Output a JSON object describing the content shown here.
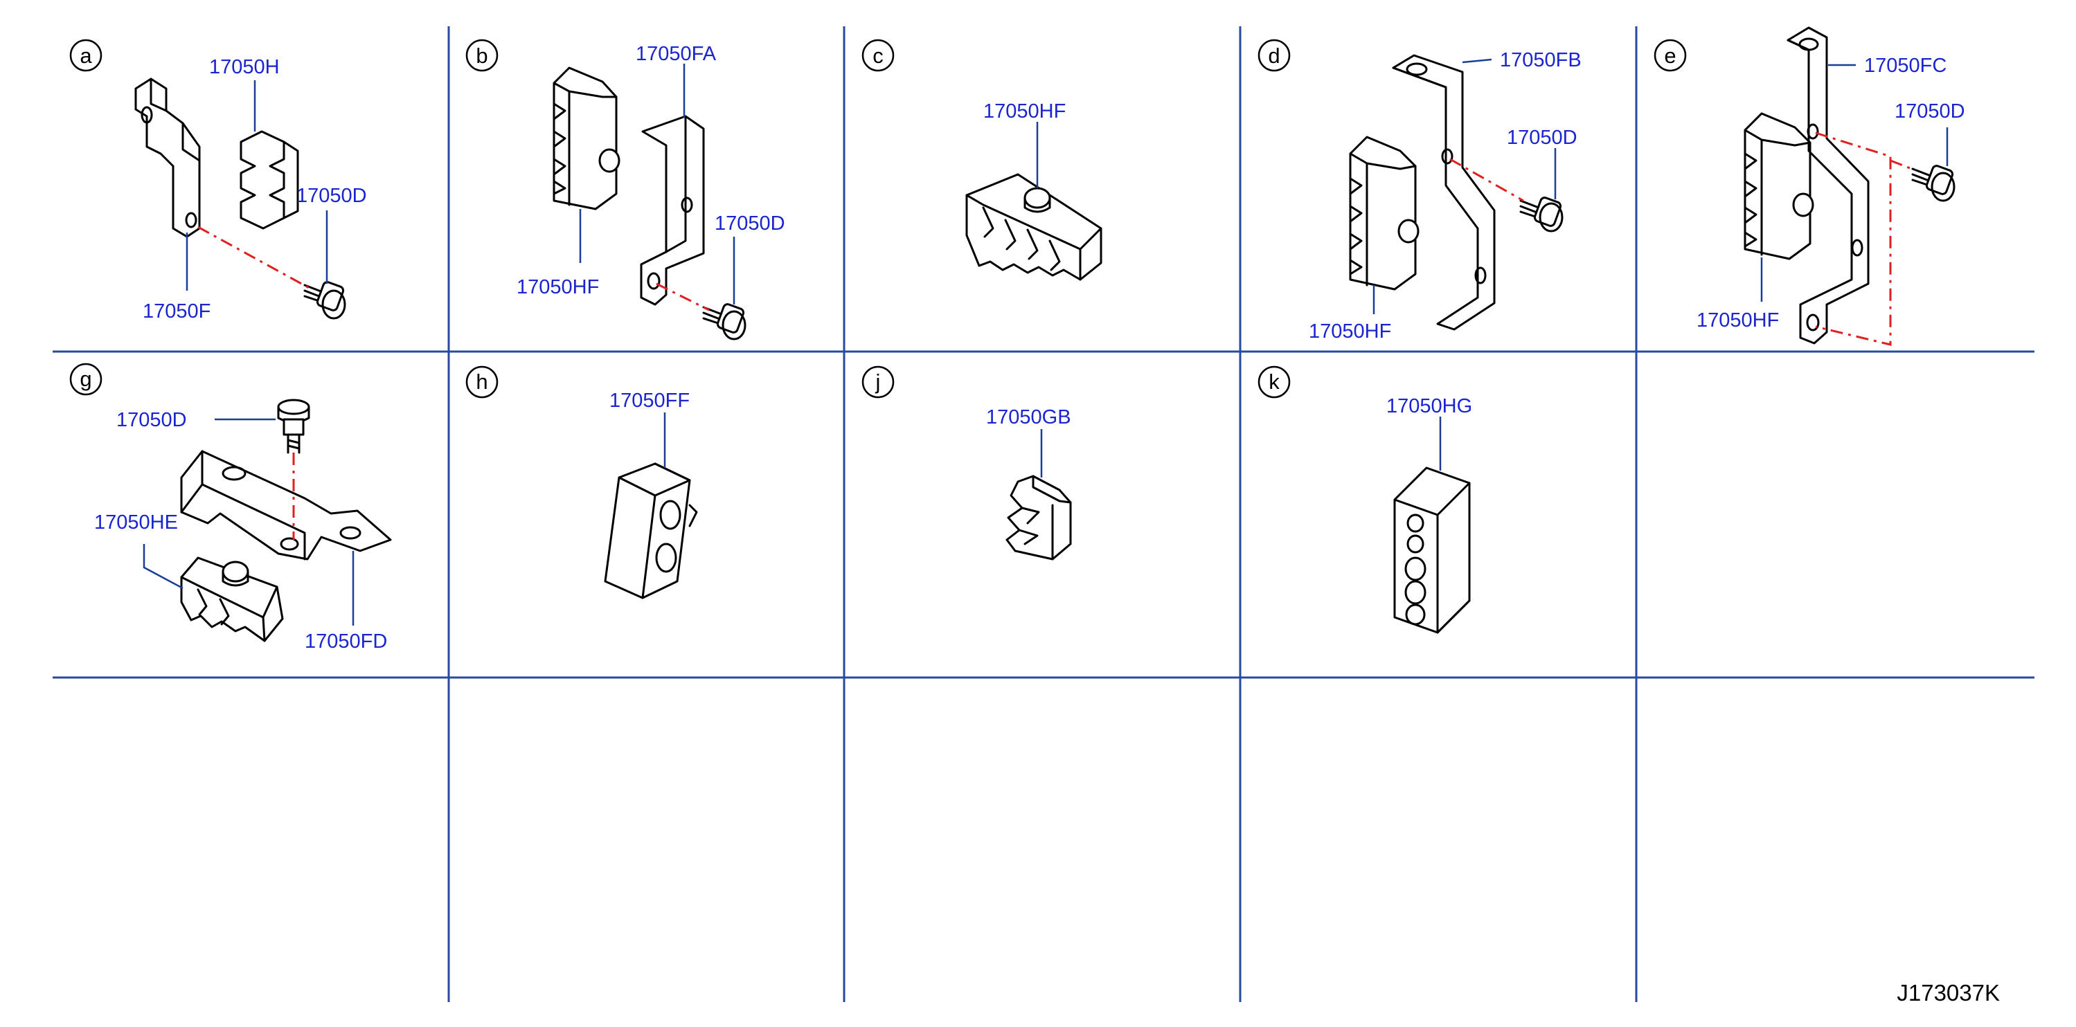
{
  "diagram_code": "J173037K",
  "colors": {
    "grid": "#2a4aa0",
    "label": "#1a24d0",
    "leader": "#1a3d9a",
    "dashed_guide": "#e02020"
  },
  "cells": {
    "a": {
      "letter": "a",
      "labels": [
        "17050H",
        "17050D",
        "17050F"
      ]
    },
    "b": {
      "letter": "b",
      "labels": [
        "17050FA",
        "17050D",
        "17050HF"
      ]
    },
    "c": {
      "letter": "c",
      "labels": [
        "17050HF"
      ]
    },
    "d": {
      "letter": "d",
      "labels": [
        "17050FB",
        "17050D",
        "17050HF"
      ]
    },
    "e": {
      "letter": "e",
      "labels": [
        "17050FC",
        "17050D",
        "17050HF"
      ]
    },
    "g": {
      "letter": "g",
      "labels": [
        "17050D",
        "17050HE",
        "17050FD"
      ]
    },
    "h": {
      "letter": "h",
      "labels": [
        "17050FF"
      ]
    },
    "j": {
      "letter": "j",
      "labels": [
        "17050GB"
      ]
    },
    "k": {
      "letter": "k",
      "labels": [
        "17050HG"
      ]
    }
  }
}
